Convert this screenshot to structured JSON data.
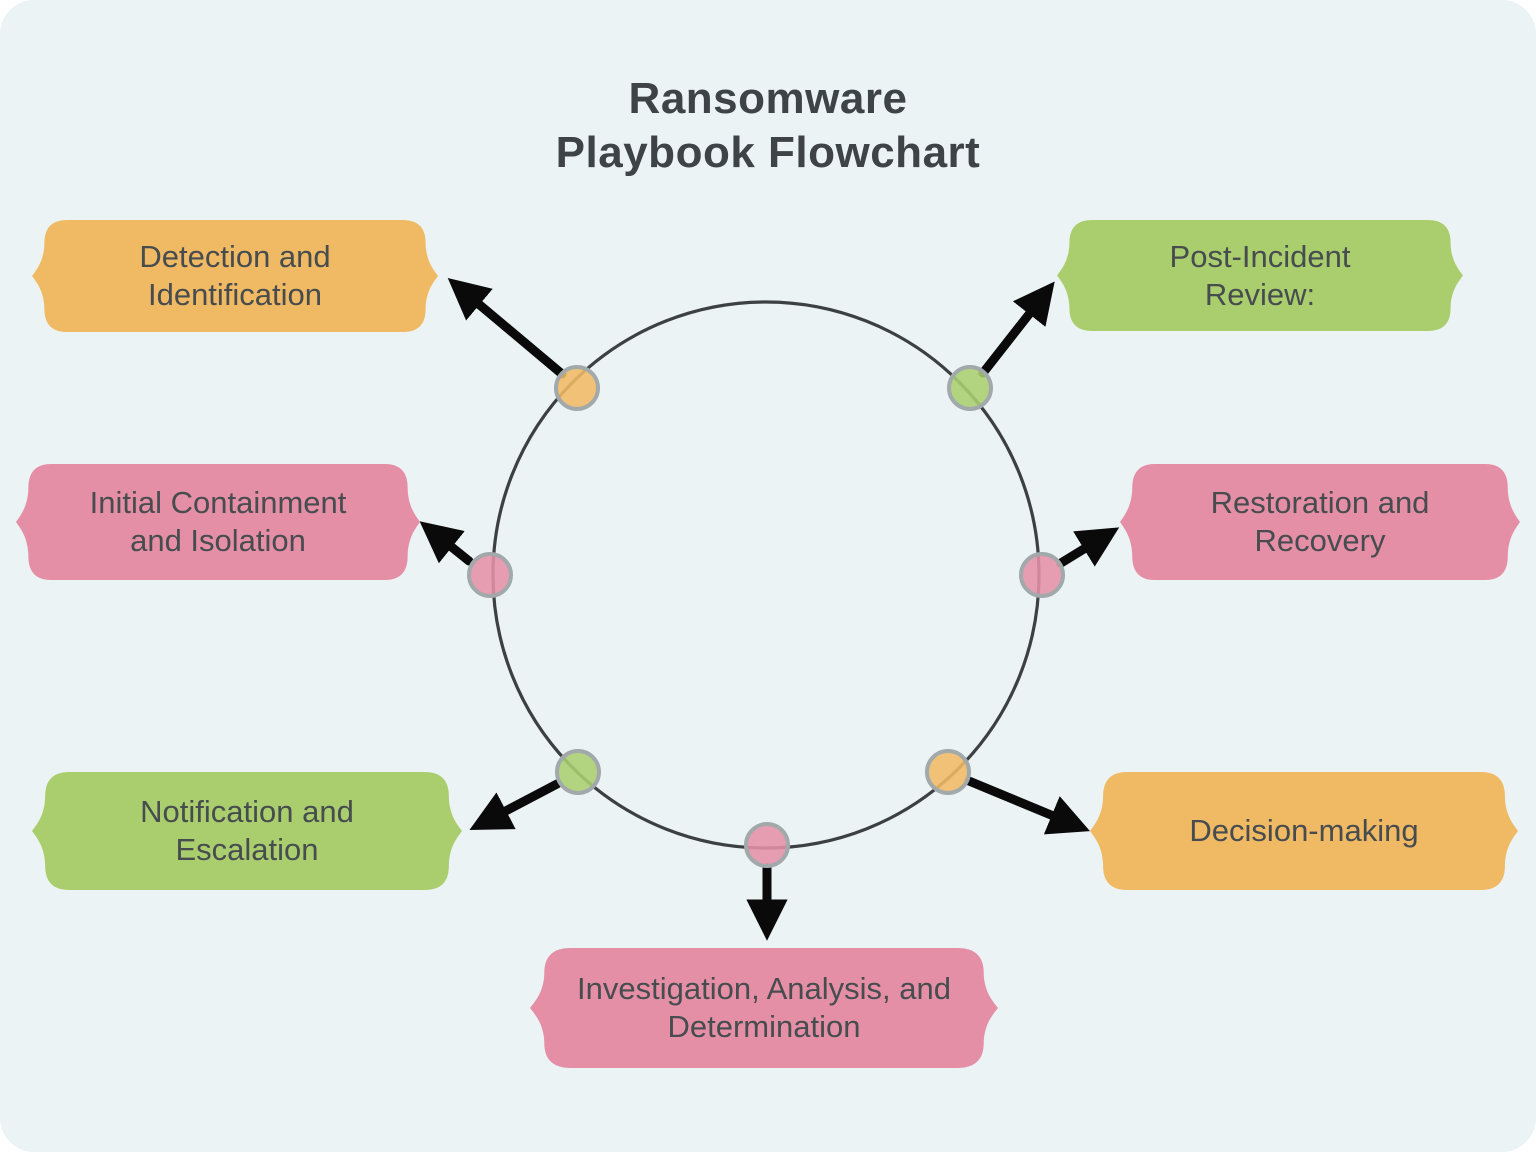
{
  "title": {
    "line1": "Ransomware",
    "line2": "Playbook Flowchart"
  },
  "colors": {
    "background": "#EBF3F4",
    "title_text": "#3E4347",
    "label_text": "#474C4F",
    "circle_stroke": "#3C4043",
    "dot_ring": "#A2A9AA",
    "arrow": "#0A0A0A",
    "orange": "#F0B964",
    "pink": "#E58FA7",
    "green": "#AACE6E"
  },
  "diagram": {
    "shape": "central circle with 7 connector dots and outward arrows",
    "nodes": [
      {
        "id": "detection",
        "label": "Detection and Identification",
        "color": "#F0B964",
        "position": "top-left"
      },
      {
        "id": "initial-containment",
        "label": "Initial Containment and Isolation",
        "color": "#E58FA7",
        "position": "left"
      },
      {
        "id": "notification",
        "label": "Notification and Escalation",
        "color": "#AACE6E",
        "position": "bottom-left"
      },
      {
        "id": "investigation",
        "label": "Investigation, Analysis, and Determination",
        "color": "#E58FA7",
        "position": "bottom"
      },
      {
        "id": "decision-making",
        "label": "Decision-making",
        "color": "#F0B964",
        "position": "bottom-right"
      },
      {
        "id": "restoration",
        "label": "Restoration and Recovery",
        "color": "#E58FA7",
        "position": "right"
      },
      {
        "id": "post-incident",
        "label": "Post-Incident Review:",
        "color": "#AACE6E",
        "position": "top-right"
      }
    ]
  }
}
